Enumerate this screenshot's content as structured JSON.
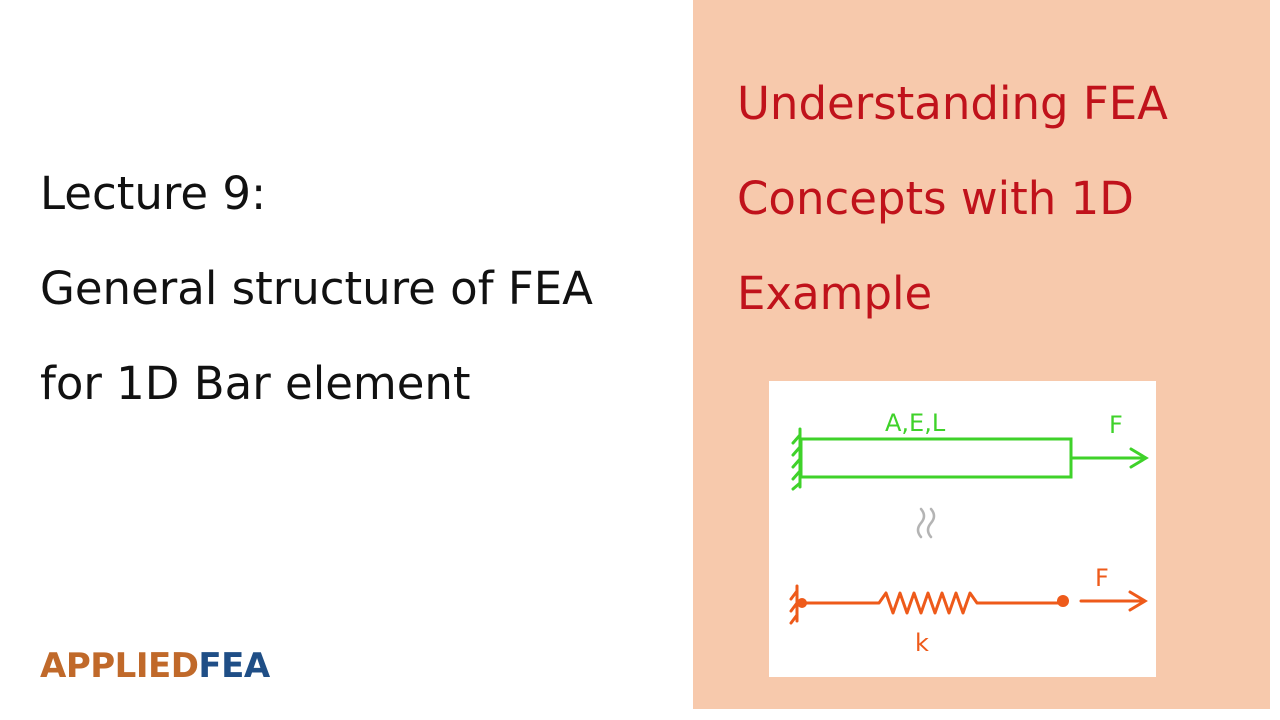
{
  "lecture": {
    "line1": "Lecture 9:",
    "line2": "General structure of FEA",
    "line3": "for 1D Bar element"
  },
  "brand": {
    "part1": "APPLIED",
    "part2": "FEA"
  },
  "series": {
    "line1": "Understanding FEA",
    "line2": "Concepts with 1D",
    "line3": "Example"
  },
  "diagram": {
    "bar_label": "A,E,L",
    "force_label_top": "F",
    "force_label_bottom": "F",
    "spring_label": "k"
  },
  "colors": {
    "title_red": "#c0121b",
    "right_bg": "#f7c9ac",
    "bar_green": "#3fd22a",
    "spring_orange": "#ee5a1a",
    "brand_orange": "#c0692a",
    "brand_blue": "#1f4e86"
  }
}
